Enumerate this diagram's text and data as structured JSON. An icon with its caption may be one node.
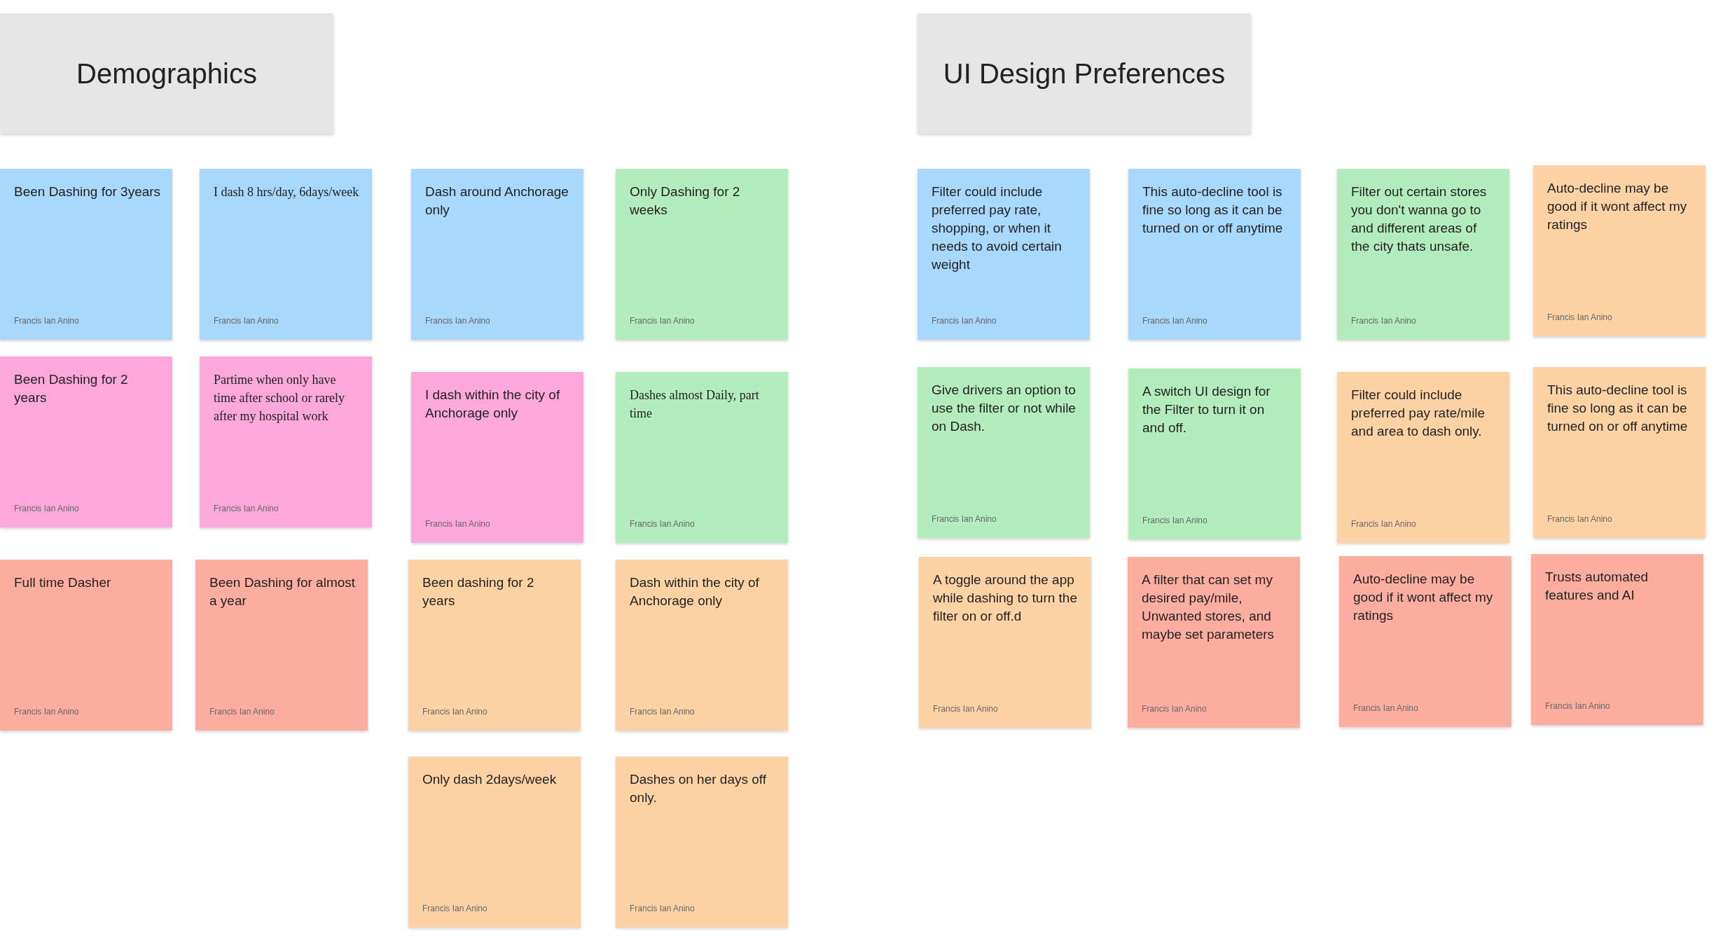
{
  "diagram": {
    "nodes": [
      {
        "text": [
          "Demographics"
        ]
      },
      {
        "text": [
          "Been Dashing for 3years",
          "Francis Ian Anino"
        ]
      },
      {
        "text": [
          "I dash 8 hrs/day, 6days/week",
          "Francis Ian Anino"
        ]
      },
      {
        "text": [
          "Dash around Anchorage only",
          "Francis Ian Anino"
        ]
      },
      {
        "text": [
          "Only Dashing for 2 weeks",
          "Francis Ian Anino"
        ]
      },
      {
        "text": [
          "Been Dashing for 2 years",
          "Francis Ian Anino"
        ]
      },
      {
        "text": [
          "Partime when only have time after school or rarely after my hospital work",
          "Francis Ian Anino"
        ]
      },
      {
        "text": [
          "I dash within the city of Anchorage only",
          "Francis Ian Anino"
        ]
      },
      {
        "text": [
          "Dashes almost Daily, part time",
          "Francis Ian Anino"
        ]
      },
      {
        "text": [
          "Full time Dasher",
          "Francis Ian Anino"
        ]
      },
      {
        "text": [
          "Been Dashing for almost a year",
          "Francis Ian Anino"
        ]
      },
      {
        "text": [
          "Been dashing for 2 years",
          "Francis Ian Anino"
        ]
      },
      {
        "text": [
          "Dash within the city of Anchorage only",
          "Francis Ian Anino"
        ]
      },
      {
        "text": [
          "Only dash 2days/week",
          "Francis Ian Anino"
        ]
      },
      {
        "text": [
          "Dashes on her days off only.",
          "Francis Ian Anino"
        ]
      },
      {
        "text": [
          "UI Design Preferences"
        ]
      },
      {
        "text": [
          "Filter could include preferred pay rate, shopping, or when it needs to avoid certain weight",
          "Francis Ian Anino"
        ]
      },
      {
        "text": [
          "This auto-decline tool is fine so long as it can be turned on or off anytime",
          "Francis Ian Anino"
        ]
      },
      {
        "text": [
          "Filter out certain stores you don't wanna go to and different areas of the city thats unsafe.",
          "Francis Ian Anino"
        ]
      },
      {
        "text": [
          "Auto-decline may be good if it wont affect my ratings",
          "Francis Ian Anino"
        ]
      },
      {
        "text": [
          "Give drivers an option to use the filter or not while on Dash.",
          "Francis Ian Anino"
        ]
      },
      {
        "text": [
          "A switch UI design for the Filter to turn it on and off.",
          "Francis Ian Anino"
        ]
      },
      {
        "text": [
          "Filter could include preferred pay rate/mile and area to dash only.",
          "Francis Ian Anino"
        ]
      },
      {
        "text": [
          "This auto-decline tool is fine so long as it can be turned on or off anytime",
          "Francis Ian Anino"
        ]
      },
      {
        "text": [
          "A toggle around the app while dashing to turn the filter on or off.d",
          "Francis Ian Anino"
        ]
      },
      {
        "text": [
          "A filter that can set my desired pay/mile, Unwanted stores, and maybe set parameters",
          "Francis Ian Anino"
        ]
      },
      {
        "text": [
          "Auto-decline may be good if it wont affect my ratings",
          "Francis Ian Anino"
        ]
      },
      {
        "text": [
          "Trusts automated features and AI",
          "Francis Ian Anino"
        ]
      }
    ]
  }
}
